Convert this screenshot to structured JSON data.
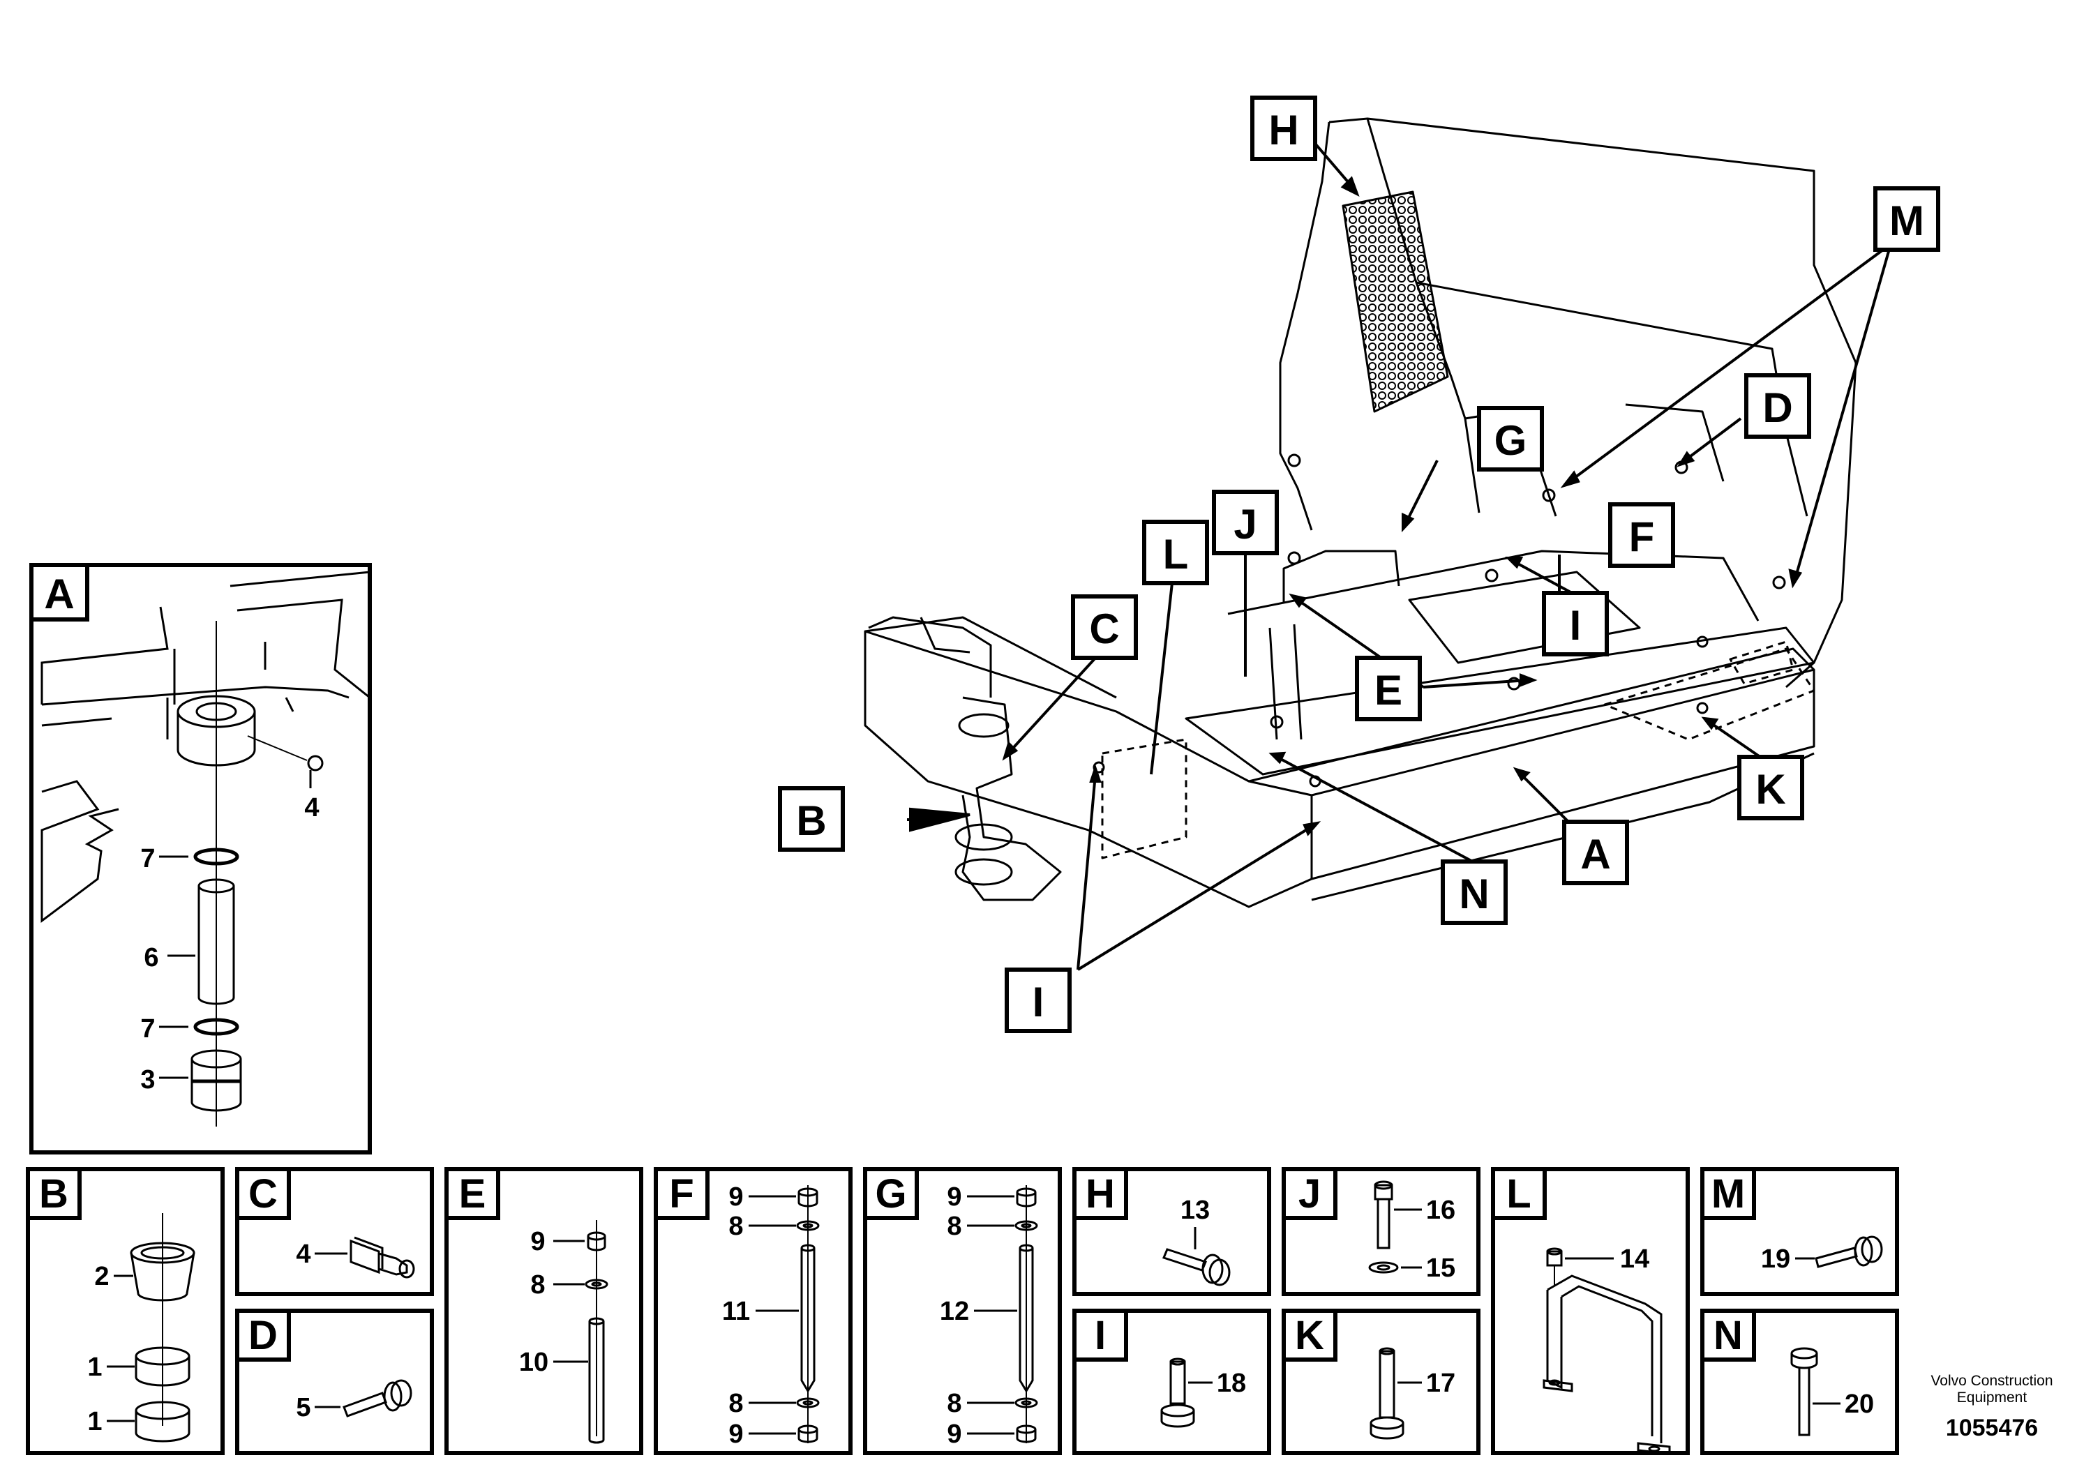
{
  "callouts": {
    "A": "A",
    "B": "B",
    "C": "C",
    "D": "D",
    "E": "E",
    "F": "F",
    "G": "G",
    "H": "H",
    "I": "I",
    "J": "J",
    "K": "K",
    "L": "L",
    "M": "M",
    "N": "N"
  },
  "detail_a": {
    "title": "A",
    "parts": [
      "4",
      "7",
      "6",
      "7",
      "3"
    ]
  },
  "panels": [
    {
      "tag": "B",
      "parts": [
        "2",
        "1",
        "1"
      ]
    },
    {
      "tag": "C",
      "parts": [
        "4"
      ]
    },
    {
      "tag": "D",
      "parts": [
        "5"
      ]
    },
    {
      "tag": "E",
      "parts": [
        "9",
        "8",
        "10"
      ]
    },
    {
      "tag": "F",
      "parts": [
        "9",
        "8",
        "11",
        "8",
        "9"
      ]
    },
    {
      "tag": "G",
      "parts": [
        "9",
        "8",
        "12",
        "8",
        "9"
      ]
    },
    {
      "tag": "H",
      "parts": [
        "13"
      ]
    },
    {
      "tag": "I",
      "parts": [
        "18"
      ]
    },
    {
      "tag": "J",
      "parts": [
        "16",
        "15"
      ]
    },
    {
      "tag": "K",
      "parts": [
        "17"
      ]
    },
    {
      "tag": "L",
      "parts": [
        "14"
      ]
    },
    {
      "tag": "M",
      "parts": [
        "19"
      ]
    },
    {
      "tag": "N",
      "parts": [
        "20"
      ]
    }
  ],
  "footer": {
    "company_line1": "Volvo Construction",
    "company_line2": "Equipment",
    "drawing_number": "1055476"
  },
  "colors": {
    "ink": "#000000",
    "paper": "#ffffff"
  }
}
